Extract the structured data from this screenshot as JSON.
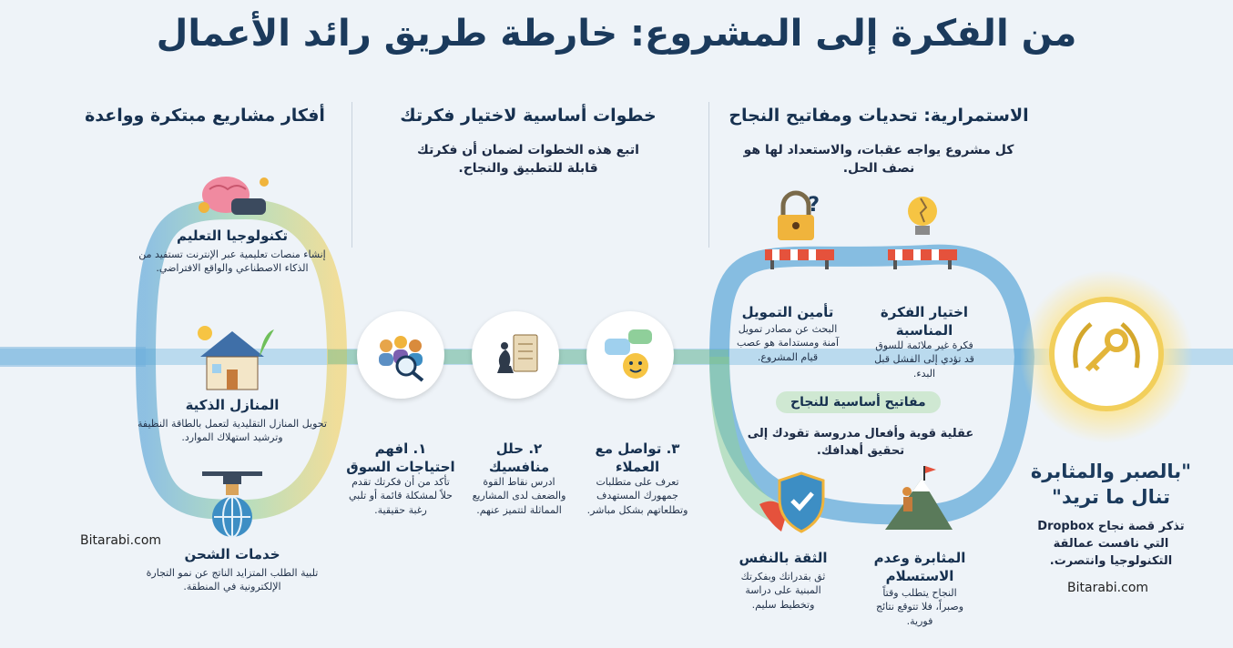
{
  "title": "من الفكرة إلى المشروع: خارطة طريق رائد الأعمال",
  "sections": {
    "ideas": {
      "heading": "أفكار مشاريع مبتكرة وواعدة"
    },
    "steps": {
      "heading": "خطوات أساسية لاختيار فكرتك",
      "subtitle": "اتبع هذه الخطوات لضمان أن فكرتك قابلة للتطبيق والنجاح."
    },
    "continuity": {
      "heading": "الاستمرارية: تحديات ومفاتيح النجاح",
      "subtitle": "كل مشروع يواجه عقبات، والاستعداد لها هو نصف الحل."
    }
  },
  "ideas": [
    {
      "title": "تكنولوجيا التعليم",
      "desc": "إنشاء منصات تعليمية عبر الإنترنت تستفيد من الذكاء الاصطناعي والواقع الافتراضي.",
      "icon": "brain-vr-icon"
    },
    {
      "title": "المنازل الذكية",
      "desc": "تحويل المنازل التقليدية لتعمل بالطاقة النظيفة وترشيد استهلاك الموارد.",
      "icon": "smart-home-icon"
    },
    {
      "title": "خدمات الشحن",
      "desc": "تلبية الطلب المتزايد الناتج عن نمو التجارة الإلكترونية في المنطقة.",
      "icon": "drone-globe-icon"
    }
  ],
  "steps": [
    {
      "title": "١. افهم احتياجات السوق",
      "desc": "تأكد من أن فكرتك تقدم حلاً لمشكلة قائمة أو تلبي رغبة حقيقية.",
      "icon": "audience-magnifier-icon"
    },
    {
      "title": "٢. حلل منافسيك",
      "desc": "ادرس نقاط القوة والضعف لدى المشاريع المماثلة لتتميز عنهم.",
      "icon": "chess-clipboard-icon"
    },
    {
      "title": "٣. تواصل مع العملاء",
      "desc": "تعرف على متطلبات جمهورك المستهدف وتطلعاتهم بشكل مباشر.",
      "icon": "chat-bubbles-icon"
    }
  ],
  "challenges": [
    {
      "title": "اختيار الفكرة المناسبة",
      "desc": "فكرة غير ملائمة للسوق قد تؤدي إلى الفشل قبل البدء.",
      "icon": "broken-lightbulb-icon"
    },
    {
      "title": "تأمين التمويل",
      "desc": "البحث عن مصادر تمويل آمنة ومستدامة هو عصب قيام المشروع.",
      "icon": "padlock-question-icon"
    }
  ],
  "keys": {
    "pill": "مفاتيح أساسية للنجاح",
    "desc": "عقلية قوية وأفعال مدروسة تقودك إلى تحقيق أهدافك.",
    "items": [
      {
        "title": "المثابرة وعدم الاستسلام",
        "desc": "النجاح يتطلب وقتاً وصبراً، فلا تتوقع نتائج فورية.",
        "icon": "climber-mountain-icon"
      },
      {
        "title": "الثقة بالنفس",
        "desc": "ثق بقدراتك وبفكرتك المبنية على دراسة وتخطيط سليم.",
        "icon": "shield-cape-icon"
      }
    ]
  },
  "goal": {
    "quote": "\"بالصبر والمثابرة تنال ما تريد\"",
    "desc": "تذكر قصة نجاح Dropbox التي نافست عمالقة التكنولوجيا وانتصرت.",
    "icon": "key-laurel-icon"
  },
  "watermarks": [
    "Bitarabi.com",
    "Bitarabi.com"
  ],
  "colors": {
    "accent_blue": "#3d8ec4",
    "accent_green": "#7fc08a",
    "accent_yellow": "#f2cf5b",
    "title": "#1b3a5c"
  }
}
